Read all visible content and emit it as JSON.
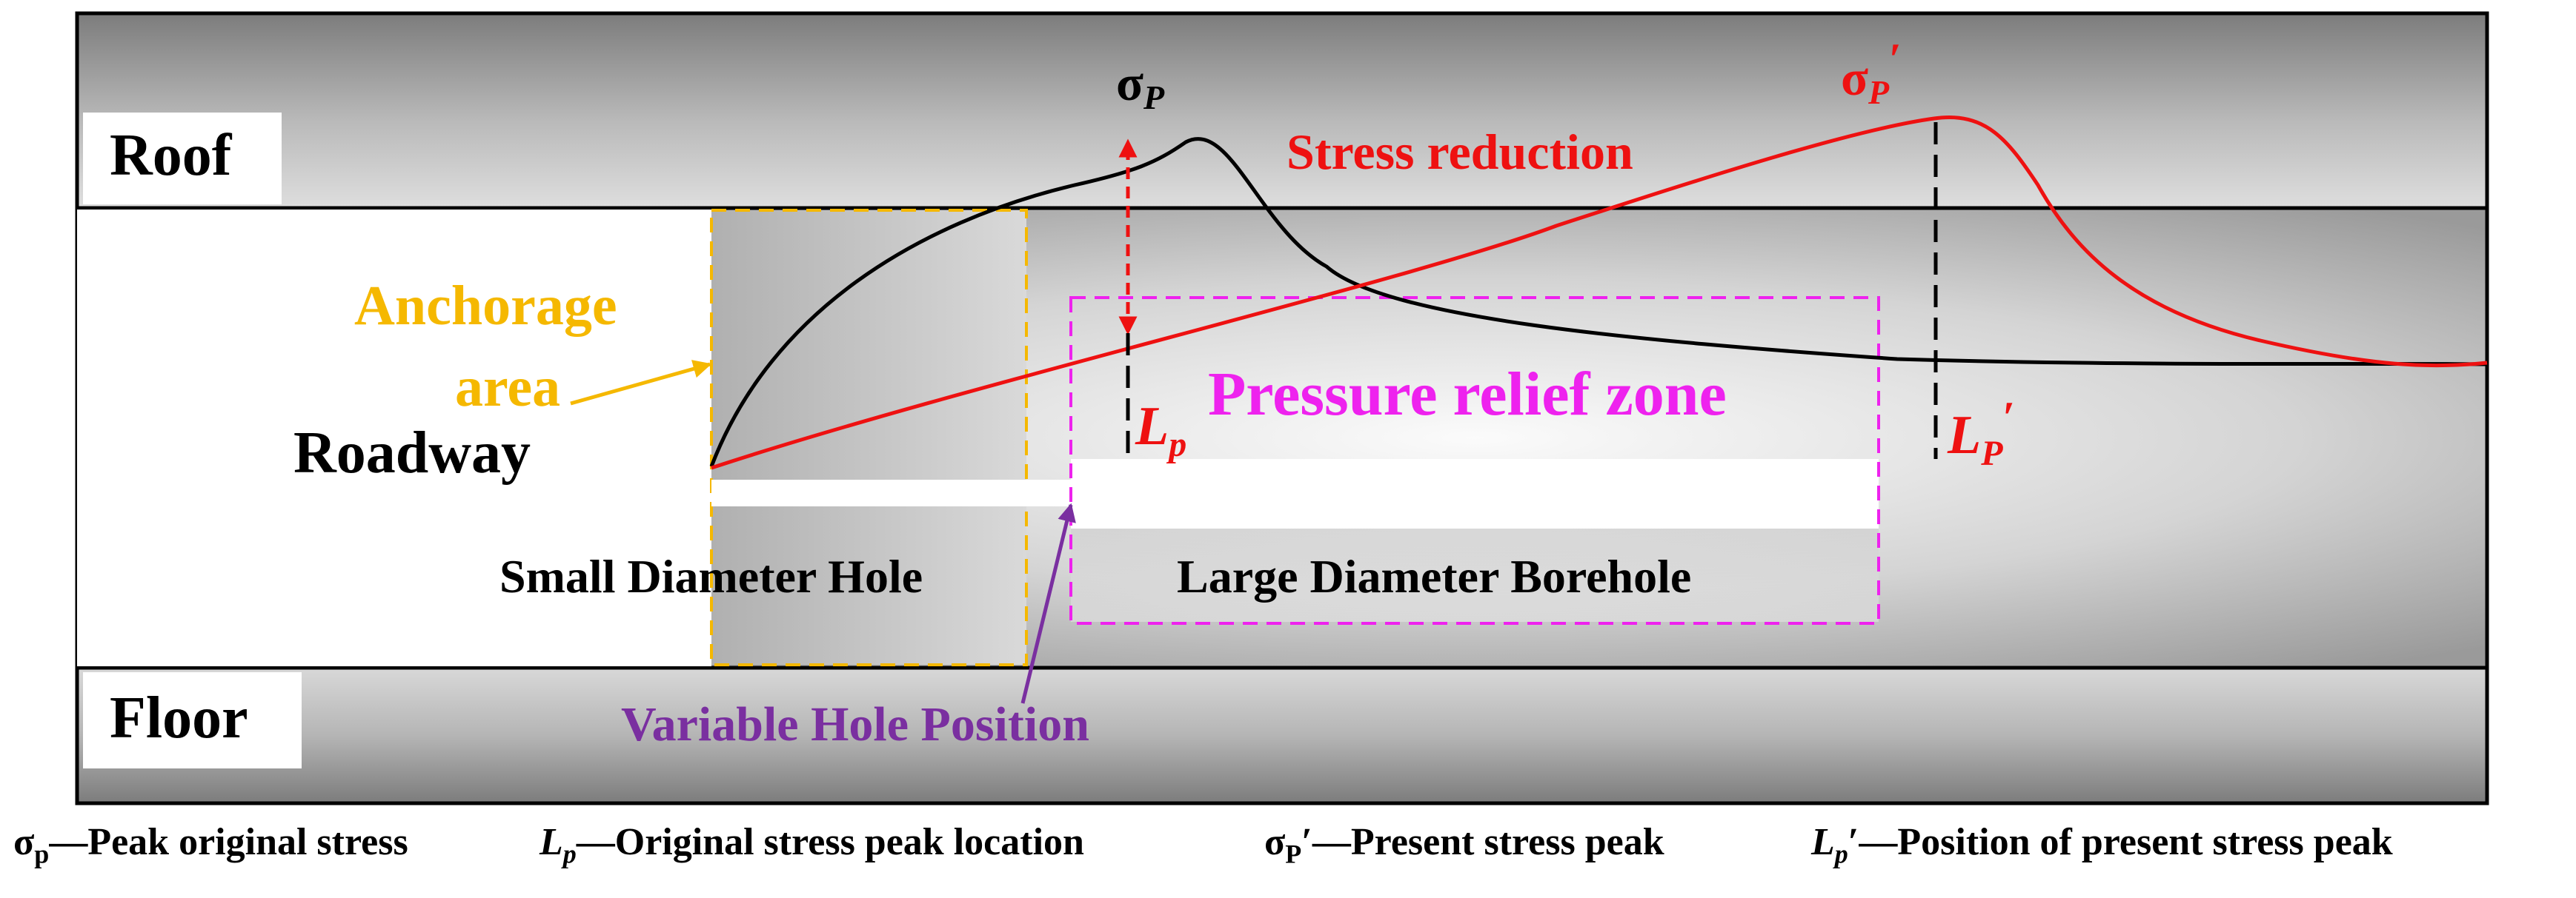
{
  "strata": {
    "roof": "Roof",
    "floor": "Floor",
    "roadway": "Roadway"
  },
  "zones": {
    "anchorage_line1": "Anchorage",
    "anchorage_line2": "area",
    "pressure_relief": "Pressure relief zone",
    "small_hole": "Small Diameter Hole",
    "large_hole": "Large Diameter Borehole",
    "variable_position": "Variable Hole Position",
    "stress_reduction": "Stress reduction"
  },
  "symbols": {
    "sigma": "σ",
    "L": "L",
    "sub_p": "P",
    "sub_p_lower": "p",
    "prime": "′"
  },
  "legend": {
    "sigma_desc": "—Peak original stress",
    "lp_desc": "—Original stress peak location",
    "sigma_prime_desc": "—Present stress peak",
    "lp_prime_desc": "—Position of present stress peak"
  },
  "colors": {
    "original_curve": "#000000",
    "present_curve": "#ee1111",
    "anchorage": "#f5b800",
    "relief_zone": "#ee22ee",
    "variable_hole": "#7a2fa0",
    "seam_light": "#f7f7f7",
    "rock_dark": "#7a7a7a"
  }
}
